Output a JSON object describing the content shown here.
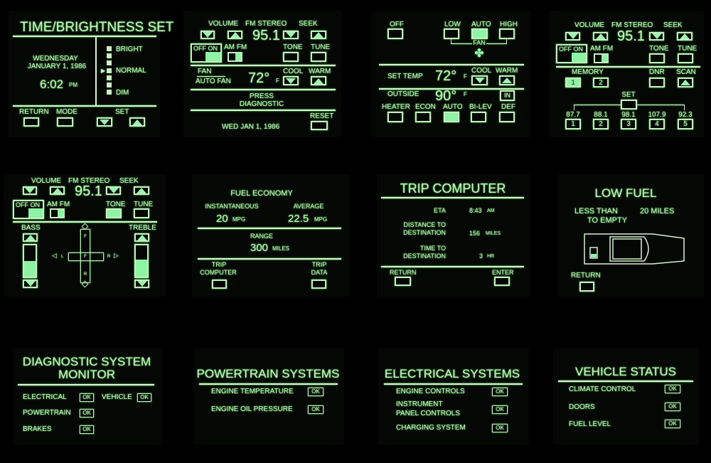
{
  "time_panel": {
    "title": "TIME/BRIGHTNESS SET",
    "day": "WEDNESDAY",
    "date": "JANUARY  1,  1986",
    "time": "6:02",
    "ampm": "PM",
    "levels": [
      "BRIGHT",
      "NORMAL",
      "DIM"
    ],
    "selected_level": "NORMAL",
    "return": "RETURN",
    "mode": "MODE",
    "set": "SET"
  },
  "radio_panel": {
    "volume": "VOLUME",
    "band": "FM STEREO",
    "seek": "SEEK",
    "freq": "95.1",
    "offon": "OFF  ON",
    "amfm": "AM FM",
    "tone": "TONE",
    "tune": "TUNE",
    "fan": "FAN",
    "auto_fan": "AUTO FAN",
    "temp": "72°",
    "unit": "F",
    "cool": "COOL",
    "warm": "WARM",
    "press": "PRESS",
    "diagnostic": "DIAGNOSTIC",
    "reset": "RESET",
    "date": "WED  JAN  1,  1986"
  },
  "climate_panel": {
    "off": "OFF",
    "low": "LOW",
    "auto": "AUTO",
    "high": "HIGH",
    "fan": "FAN",
    "set_temp": "SET TEMP",
    "temp": "72°",
    "unit": "F",
    "cool": "COOL",
    "warm": "WARM",
    "outside": "OUTSIDE",
    "outside_temp": "90°",
    "in": "IN",
    "modes": [
      "HEATER",
      "ECON",
      "AUTO",
      "BI-LEV",
      "DEF"
    ],
    "active_mode": "AUTO",
    "active_fan": "AUTO"
  },
  "memory_panel": {
    "volume": "VOLUME",
    "band": "FM STEREO",
    "seek": "SEEK",
    "freq": "95.1",
    "offon": "OFF  ON",
    "amfm": "AM FM",
    "tone": "TONE",
    "tune": "TUNE",
    "memory": "MEMORY",
    "mem1": "1",
    "mem2": "2",
    "dnr": "DNR",
    "scan": "SCAN",
    "set": "SET",
    "presets": [
      {
        "freq": "87.7",
        "num": "1"
      },
      {
        "freq": "88.1",
        "num": "2"
      },
      {
        "freq": "98.1",
        "num": "3"
      },
      {
        "freq": "107.9",
        "num": "4"
      },
      {
        "freq": "92.3",
        "num": "5"
      }
    ]
  },
  "tone_panel": {
    "volume": "VOLUME",
    "band": "FM STEREO",
    "seek": "SEEK",
    "freq": "95.1",
    "offon": "OFF  ON",
    "amfm": "AM FM",
    "tone": "TONE",
    "tune": "TUNE",
    "bass": "BASS",
    "treble": "TREBLE",
    "bass_level": 0.5,
    "treble_level": 0.55,
    "fader": {
      "front": "F",
      "rear": "R",
      "left": "L",
      "right": "R",
      "center": "F"
    }
  },
  "fuel_panel": {
    "title": "FUEL ECONOMY",
    "instant_label": "INSTANTANEOUS",
    "instant": "20",
    "average_label": "AVERAGE",
    "average": "22.5",
    "mpg": "MPG",
    "range_label": "RANGE",
    "range": "300",
    "miles": "MILES",
    "trip_computer": [
      "TRIP",
      "COMPUTER"
    ],
    "trip_data": [
      "TRIP",
      "DATA"
    ]
  },
  "trip_panel": {
    "title": "TRIP COMPUTER",
    "eta_label": "ETA",
    "eta": "8:43",
    "eta_unit": "AM",
    "dist_label": [
      "DISTANCE TO",
      "DESTINATION"
    ],
    "dist": "156",
    "dist_unit": "MILES",
    "time_label": [
      "TIME TO",
      "DESTINATION"
    ],
    "time": "3",
    "time_unit": "HR",
    "return": "RETURN",
    "enter": "ENTER"
  },
  "lowfuel_panel": {
    "title": "LOW FUEL",
    "less_than": "LESS THAN",
    "to_empty": "TO EMPTY",
    "miles": "20 MILES",
    "return": "RETURN"
  },
  "diag_panel": {
    "title": [
      "DIAGNOSTIC SYSTEM",
      "MONITOR"
    ],
    "items": [
      {
        "label": "ELECTRICAL",
        "status": "OK"
      },
      {
        "label": "VEHICLE",
        "status": "OK"
      },
      {
        "label": "POWERTRAIN",
        "status": "OK"
      },
      {
        "label": "BRAKES",
        "status": "OK"
      }
    ]
  },
  "powertrain_panel": {
    "title": "POWERTRAIN SYSTEMS",
    "items": [
      {
        "label": "ENGINE TEMPERATURE",
        "status": "OK"
      },
      {
        "label": "ENGINE OIL PRESSURE",
        "status": "OK"
      }
    ]
  },
  "electrical_panel": {
    "title": "ELECTRICAL SYSTEMS",
    "items": [
      {
        "label": "ENGINE CONTROLS",
        "status": "OK"
      },
      {
        "label": "INSTRUMENT",
        "label2": "PANEL CONTROLS",
        "status": "OK"
      },
      {
        "label": "CHARGING SYSTEM",
        "status": "OK"
      }
    ]
  },
  "status_panel": {
    "title": "VEHICLE STATUS",
    "items": [
      {
        "label": "CLIMATE CONTROL",
        "status": "OK"
      },
      {
        "label": "DOORS",
        "status": "OK"
      },
      {
        "label": "FUEL LEVEL",
        "status": "OK"
      }
    ]
  }
}
